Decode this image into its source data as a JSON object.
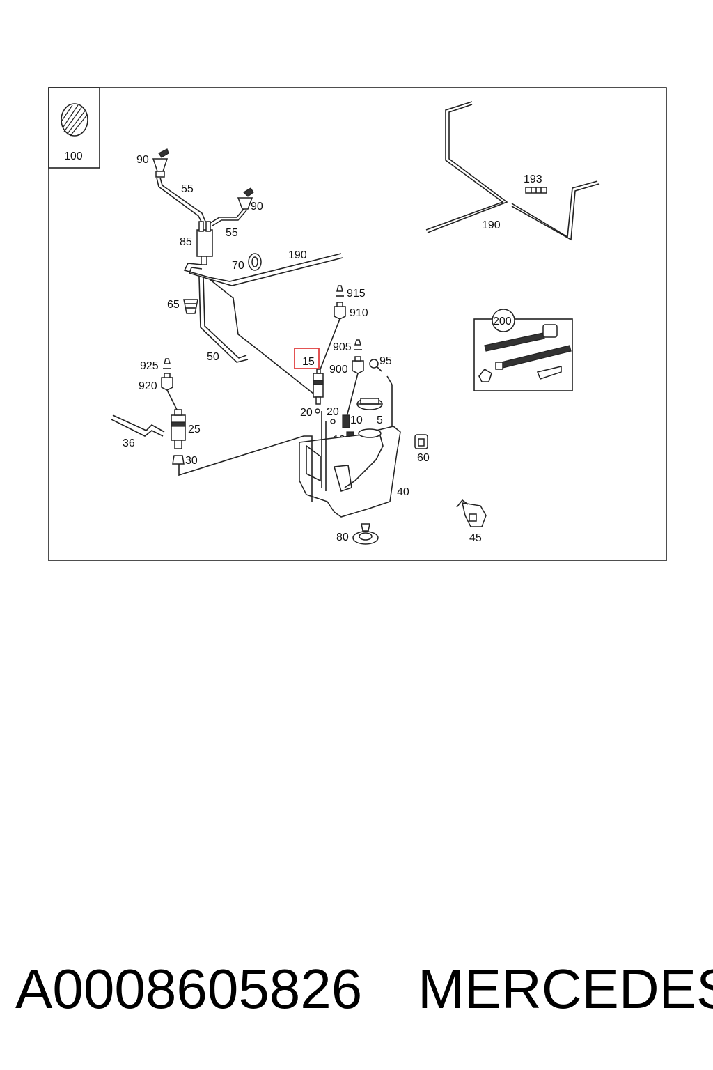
{
  "diagram": {
    "callouts": {
      "c100": "100",
      "c90a": "90",
      "c90b": "90",
      "c55a": "55",
      "c55b": "55",
      "c85": "85",
      "c70": "70",
      "c190a": "190",
      "c190b": "190",
      "c193": "193",
      "c65": "65",
      "c915": "915",
      "c910": "910",
      "c905": "905",
      "c95": "95",
      "c900": "900",
      "c15": "15",
      "c50": "50",
      "c925": "925",
      "c920": "920",
      "c25": "25",
      "c36": "36",
      "c30": "30",
      "c20a": "20",
      "c20b": "20",
      "c10": "10",
      "c5": "5",
      "c12": "12",
      "c60": "60",
      "c40": "40",
      "c80": "80",
      "c45": "45",
      "c200": "200"
    },
    "highlight_color": "#e04040"
  },
  "footer": {
    "part_number": "A0008605826",
    "brand": "MERCEDES"
  }
}
